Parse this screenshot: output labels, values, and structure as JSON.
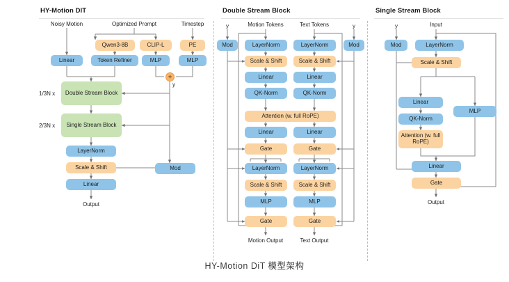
{
  "figure": {
    "caption": "HY-Motion DiT 模型架构"
  },
  "palette": {
    "blue": "#8fc4e8",
    "orange": "#fbd3a1",
    "green": "#c9e3b4",
    "wire": "#7a7a7a",
    "separator": "#bdbdbd"
  },
  "panels": {
    "left": {
      "title": "HY-Motion DIT",
      "inputs": [
        {
          "label": "Noisy Motion"
        },
        {
          "label": "Optimized Prompt"
        },
        {
          "label": "Timestep"
        }
      ],
      "nodes": [
        {
          "label": "Qwen3-8B",
          "color": "orange"
        },
        {
          "label": "CLIP-L",
          "color": "orange"
        },
        {
          "label": "PE",
          "color": "orange"
        },
        {
          "label": "Linear",
          "color": "blue"
        },
        {
          "label": "Token Refiner",
          "color": "blue"
        },
        {
          "label": "MLP",
          "color": "blue"
        },
        {
          "label": "MLP",
          "color": "blue"
        },
        {
          "label": "Double Stream Block",
          "color": "green"
        },
        {
          "label": "Single Stream Block",
          "color": "green"
        },
        {
          "label": "LayerNorm",
          "color": "blue"
        },
        {
          "label": "Scale & Shift",
          "color": "orange"
        },
        {
          "label": "Linear",
          "color": "blue"
        },
        {
          "label": "Mod",
          "color": "blue"
        }
      ],
      "repeat_labels": [
        {
          "label": "1/3N x"
        },
        {
          "label": "2/3N x"
        }
      ],
      "merge_symbol": "+",
      "merge_output_label": "y",
      "output_label": "Output"
    },
    "middle": {
      "title": "Double Stream Block",
      "stream_inputs": [
        {
          "label": "Motion Tokens"
        },
        {
          "label": "Text Tokens"
        }
      ],
      "mod_labels": [
        {
          "label": "y"
        },
        {
          "label": "y"
        }
      ],
      "mod_nodes": [
        {
          "label": "Mod",
          "color": "blue"
        },
        {
          "label": "Mod",
          "color": "blue"
        }
      ],
      "motion_stack": [
        {
          "label": "LayerNorm",
          "color": "blue"
        },
        {
          "label": "Scale & Shift",
          "color": "orange"
        },
        {
          "label": "Linear",
          "color": "blue"
        },
        {
          "label": "QK-Norm",
          "color": "blue"
        },
        {
          "label": "Linear",
          "color": "blue"
        },
        {
          "label": "Gate",
          "color": "orange"
        },
        {
          "label": "LayerNorm",
          "color": "blue"
        },
        {
          "label": "Scale & Shift",
          "color": "orange"
        },
        {
          "label": "MLP",
          "color": "blue"
        },
        {
          "label": "Gate",
          "color": "orange"
        }
      ],
      "text_stack": [
        {
          "label": "LayerNorm",
          "color": "blue"
        },
        {
          "label": "Scale & Shift",
          "color": "orange"
        },
        {
          "label": "Linear",
          "color": "blue"
        },
        {
          "label": "QK-Norm",
          "color": "blue"
        },
        {
          "label": "Linear",
          "color": "blue"
        },
        {
          "label": "Gate",
          "color": "orange"
        },
        {
          "label": "LayerNorm",
          "color": "blue"
        },
        {
          "label": "Scale & Shift",
          "color": "orange"
        },
        {
          "label": "MLP",
          "color": "blue"
        },
        {
          "label": "Gate",
          "color": "orange"
        }
      ],
      "attention": {
        "label": "Attention (w. full RoPE)",
        "color": "orange"
      },
      "outputs": [
        {
          "label": "Motion Output"
        },
        {
          "label": "Text Output"
        }
      ]
    },
    "right": {
      "title": "Single Stream Block",
      "input_label": "Input",
      "mod_label": "y",
      "nodes": [
        {
          "label": "Mod",
          "color": "blue"
        },
        {
          "label": "LayerNorm",
          "color": "blue"
        },
        {
          "label": "Scale & Shift",
          "color": "orange"
        },
        {
          "label": "Linear",
          "color": "blue"
        },
        {
          "label": "QK-Norm",
          "color": "blue"
        },
        {
          "label": "Attention (w. full RoPE)",
          "color": "orange"
        },
        {
          "label": "MLP",
          "color": "blue"
        },
        {
          "label": "Linear",
          "color": "blue"
        },
        {
          "label": "Gate",
          "color": "orange"
        }
      ],
      "output_label": "Output"
    }
  }
}
